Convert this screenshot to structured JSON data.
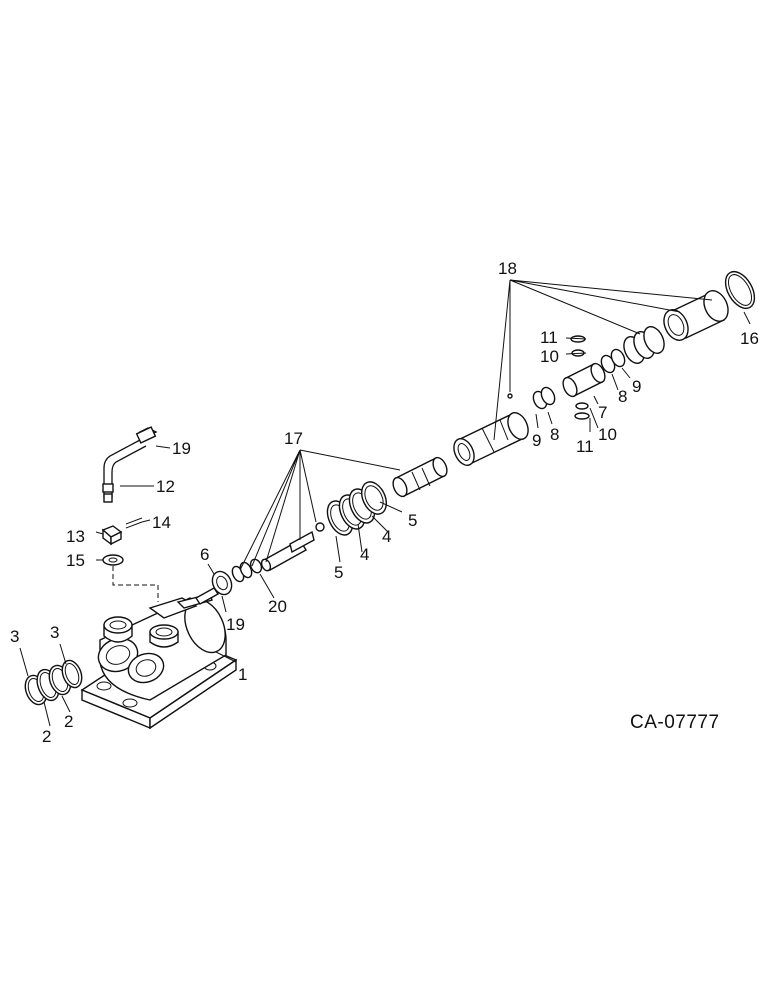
{
  "diagram": {
    "reference_code": "CA-07777",
    "callouts": [
      {
        "id": "c1",
        "label": "1"
      },
      {
        "id": "c2a",
        "label": "2"
      },
      {
        "id": "c2b",
        "label": "2"
      },
      {
        "id": "c3a",
        "label": "3"
      },
      {
        "id": "c3b",
        "label": "3"
      },
      {
        "id": "c4a",
        "label": "4"
      },
      {
        "id": "c4b",
        "label": "4"
      },
      {
        "id": "c5a",
        "label": "5"
      },
      {
        "id": "c5b",
        "label": "5"
      },
      {
        "id": "c6",
        "label": "6"
      },
      {
        "id": "c7",
        "label": "7"
      },
      {
        "id": "c8a",
        "label": "8"
      },
      {
        "id": "c8b",
        "label": "8"
      },
      {
        "id": "c9a",
        "label": "9"
      },
      {
        "id": "c9b",
        "label": "9"
      },
      {
        "id": "c10a",
        "label": "10"
      },
      {
        "id": "c10b",
        "label": "10"
      },
      {
        "id": "c11a",
        "label": "11"
      },
      {
        "id": "c11b",
        "label": "11"
      },
      {
        "id": "c12",
        "label": "12"
      },
      {
        "id": "c13",
        "label": "13"
      },
      {
        "id": "c14",
        "label": "14"
      },
      {
        "id": "c15",
        "label": "15"
      },
      {
        "id": "c16",
        "label": "16"
      },
      {
        "id": "c17",
        "label": "17"
      },
      {
        "id": "c18",
        "label": "18"
      },
      {
        "id": "c19a",
        "label": "19"
      },
      {
        "id": "c19b",
        "label": "19"
      },
      {
        "id": "c20",
        "label": "20"
      }
    ]
  }
}
